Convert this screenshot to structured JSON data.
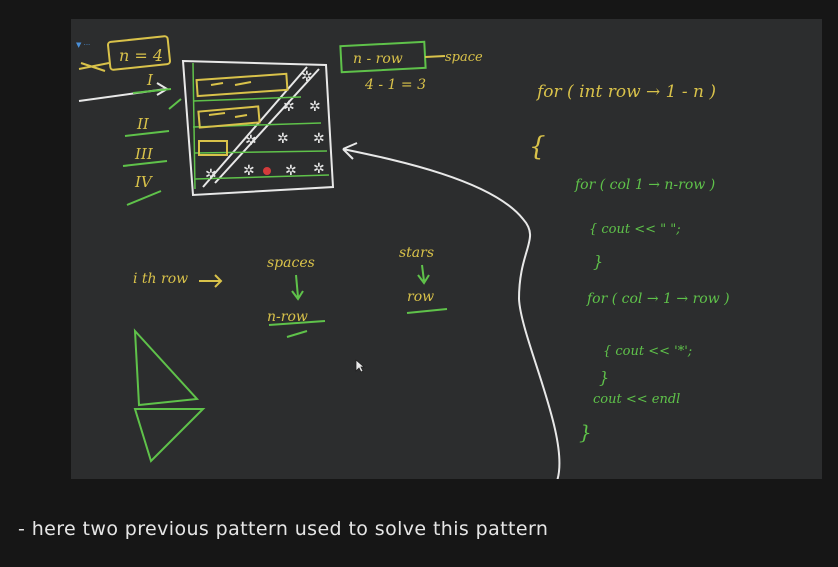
{
  "caption": "- here two previous pattern used to solve this pattern",
  "colors": {
    "page_bg": "#161616",
    "board_bg": "#2c2d2e",
    "ink_yellow": "#d9c24a",
    "ink_green": "#5fc24a",
    "ink_white": "#e8e8e8",
    "pointer_dot": "#d33b3b"
  },
  "notes": {
    "n_value": "n = 4",
    "roman_1": "I",
    "roman_2": "II",
    "roman_3": "III",
    "roman_4": "IV",
    "n_minus_row": "n - row",
    "spaces_arrow": "space",
    "calc": "4 - 1 = 3",
    "ith_row": "i th row",
    "spaces_label": "spaces",
    "stars_label": "stars",
    "spaces_formula": "n-row",
    "stars_formula": "row"
  },
  "code": {
    "line1": "for ( int row → 1 - n )",
    "line2": "{",
    "line3": "for ( col 1 → n-row )",
    "line4": "{ cout << \" \";",
    "line5": "}",
    "line6": "for ( col → 1 → row )",
    "line7": "{ cout << '*';",
    "line8": "}",
    "line9": "cout << endl",
    "line10": "}"
  },
  "icons": [
    "mouse-cursor-icon",
    "laser-pointer-dot"
  ]
}
